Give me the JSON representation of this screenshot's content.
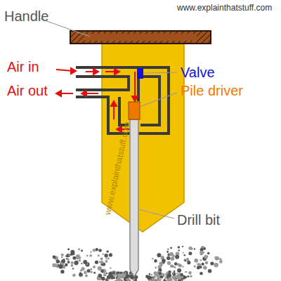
{
  "diagram": {
    "labels": [
      "www.explainthatstuff.com",
      "Handle",
      "Air in",
      "Air out",
      "Valve",
      "Pile driver",
      "Drill bit",
      "www.explainthatstuff.com"
    ]
  }
}
